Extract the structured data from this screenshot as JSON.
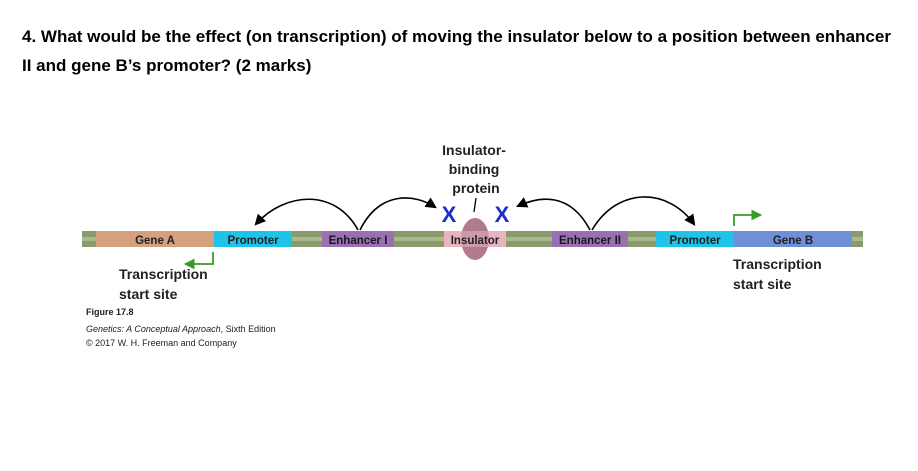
{
  "question": {
    "text": "4. What would be the effect (on transcription) of moving the insulator below to a position between enhancer II and gene B’s promoter?  (2 marks)"
  },
  "figure": {
    "segments": {
      "gene_a": "Gene A",
      "promoter_a": "Promoter",
      "enhancer_1": "Enhancer I",
      "insulator": "Insulator",
      "enhancer_2": "Enhancer II",
      "promoter_b": "Promoter",
      "gene_b": "Gene B"
    },
    "insulator_binding_protein": [
      "Insulator-",
      "binding",
      "protein"
    ],
    "tss_left": [
      "Transcription",
      "start site"
    ],
    "tss_right": [
      "Transcription",
      "start site"
    ],
    "block_symbol": "X",
    "caption": {
      "title": "Figure 17.8",
      "source_italic": "Genetics: A Conceptual Approach",
      "source_rest": ", Sixth Edition",
      "copyright": "© 2017 W. H. Freeman and Company"
    },
    "colors": {
      "dna": "#8a9a6c",
      "gene_a": "#d4a07e",
      "promoter": "#1ec4e8",
      "enhancer": "#9b6fb4",
      "insulator": "#e8b4c0",
      "protein": "#b27b8d",
      "gene_b": "#6f8fd8",
      "block_x": "#1b2fc9",
      "tss_arrow": "#3a9a2a"
    }
  }
}
